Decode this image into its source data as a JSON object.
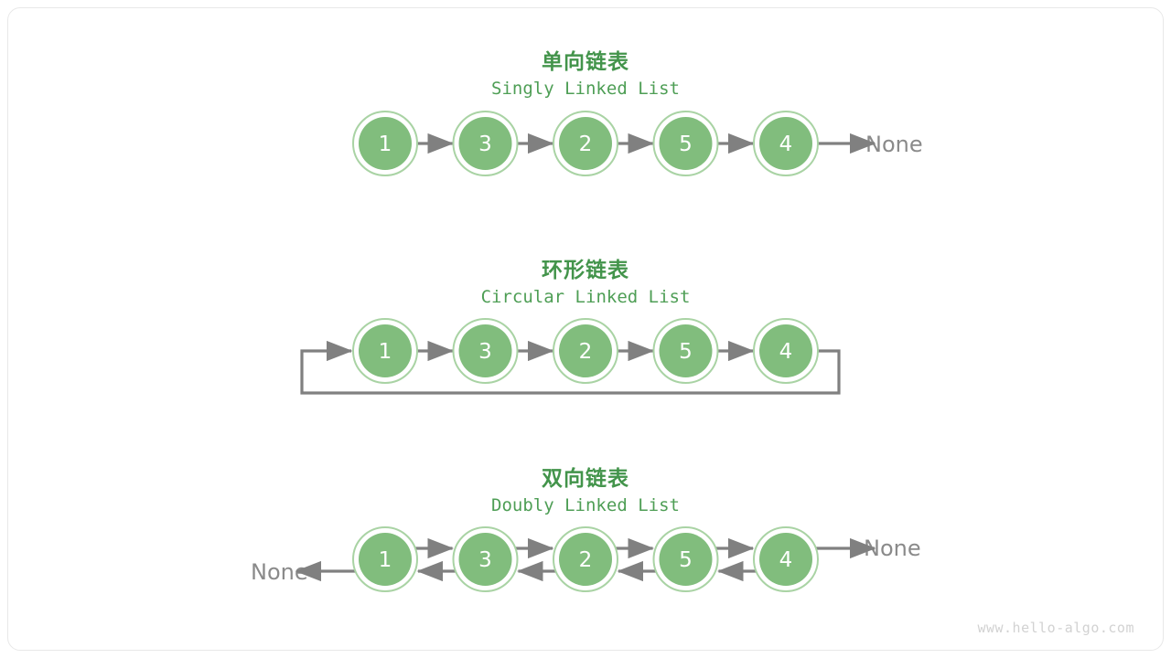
{
  "page": {
    "watermark": "www.hello-algo.com",
    "background": "#ffffff",
    "card_border": "#e8e8e8"
  },
  "theme": {
    "node_fill": "#81bd7d",
    "node_ring": "#a9d3a4",
    "node_text": "#ffffff",
    "arrow": "#808080",
    "title_cn_color": "#43944b",
    "title_en_color": "#4e9e55",
    "none_color": "#8a8a8a",
    "watermark_color": "#d2d2d2"
  },
  "sections": [
    {
      "id": "singly",
      "title_cn": "单向链表",
      "title_en": "Singly Linked List",
      "nodes": [
        "1",
        "3",
        "2",
        "5",
        "4"
      ],
      "tail_label": "None",
      "head_label": null,
      "circular": false,
      "bidirectional": false
    },
    {
      "id": "circular",
      "title_cn": "环形链表",
      "title_en": "Circular Linked List",
      "nodes": [
        "1",
        "3",
        "2",
        "5",
        "4"
      ],
      "tail_label": null,
      "head_label": null,
      "circular": true,
      "bidirectional": false
    },
    {
      "id": "doubly",
      "title_cn": "双向链表",
      "title_en": "Doubly Linked List",
      "nodes": [
        "1",
        "3",
        "2",
        "5",
        "4"
      ],
      "tail_label": "None",
      "head_label": "None",
      "circular": false,
      "bidirectional": true
    }
  ]
}
